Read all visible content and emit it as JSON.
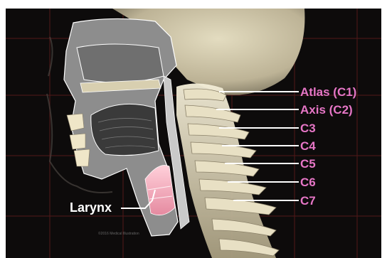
{
  "labels": {
    "atlas": "Atlas (C1)",
    "axis": "Axis (C2)",
    "c3": "C3",
    "c4": "C4",
    "c5": "C5",
    "c6": "C6",
    "c7": "C7",
    "larynx": "Larynx"
  },
  "colors": {
    "vertebra_label": "#e676c6",
    "larynx_label": "#ffffff",
    "background": "#0d0b0b",
    "grid": "#5a1a1a",
    "bone": "#d8cfb0",
    "soft_tissue": "#8a8a8a",
    "larynx_highlight": "#f2a2b4"
  }
}
